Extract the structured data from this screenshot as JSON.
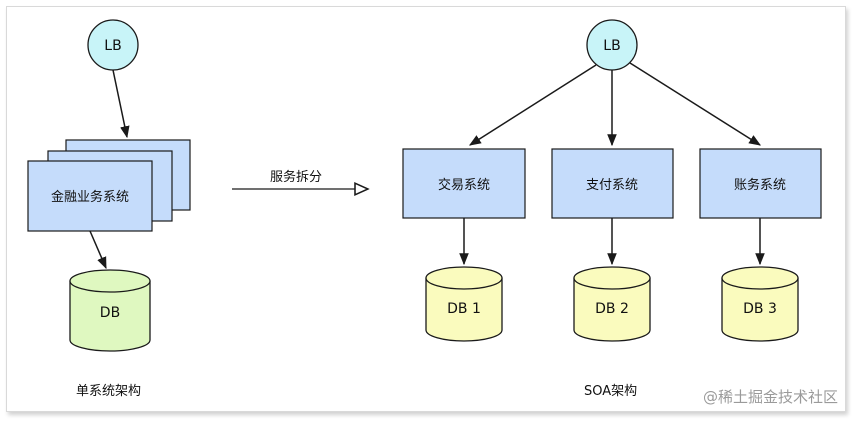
{
  "left": {
    "lb": "LB",
    "system": "金融业务系统",
    "db": "DB",
    "caption": "单系统架构"
  },
  "transition": {
    "label": "服务拆分"
  },
  "right": {
    "lb": "LB",
    "systems": [
      {
        "name": "交易系统",
        "db": "DB 1"
      },
      {
        "name": "支付系统",
        "db": "DB 2"
      },
      {
        "name": "账务系统",
        "db": "DB 3"
      }
    ],
    "caption": "SOA架构"
  },
  "watermark": "@稀土掘金技术社区",
  "colors": {
    "lb_fill": "#c8f4f8",
    "system_fill": "#c5dcfb",
    "db_left_fill": "#dff8c0",
    "db_right_fill": "#fafbbe",
    "stroke": "#1a1a1a"
  }
}
